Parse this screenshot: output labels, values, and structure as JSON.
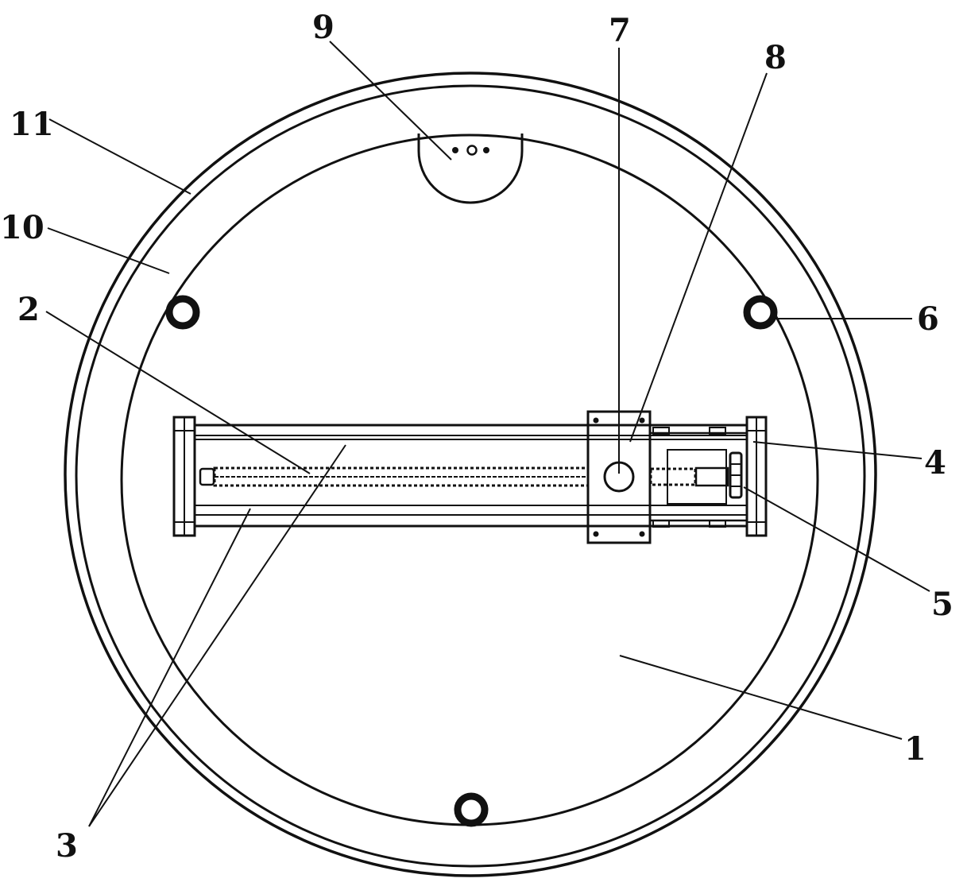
{
  "diagram": {
    "labels": {
      "base_plate": "1",
      "lead_screw": "2",
      "guide_rails": "3",
      "end_support": "4",
      "motor_coupling": "5",
      "roller": "6",
      "pivot_hole": "7",
      "slider_block": "8",
      "top_cap": "9",
      "inner_ring": "10",
      "outer_ring": "11"
    },
    "colors": {
      "line": "#111111",
      "background": "#ffffff"
    }
  }
}
